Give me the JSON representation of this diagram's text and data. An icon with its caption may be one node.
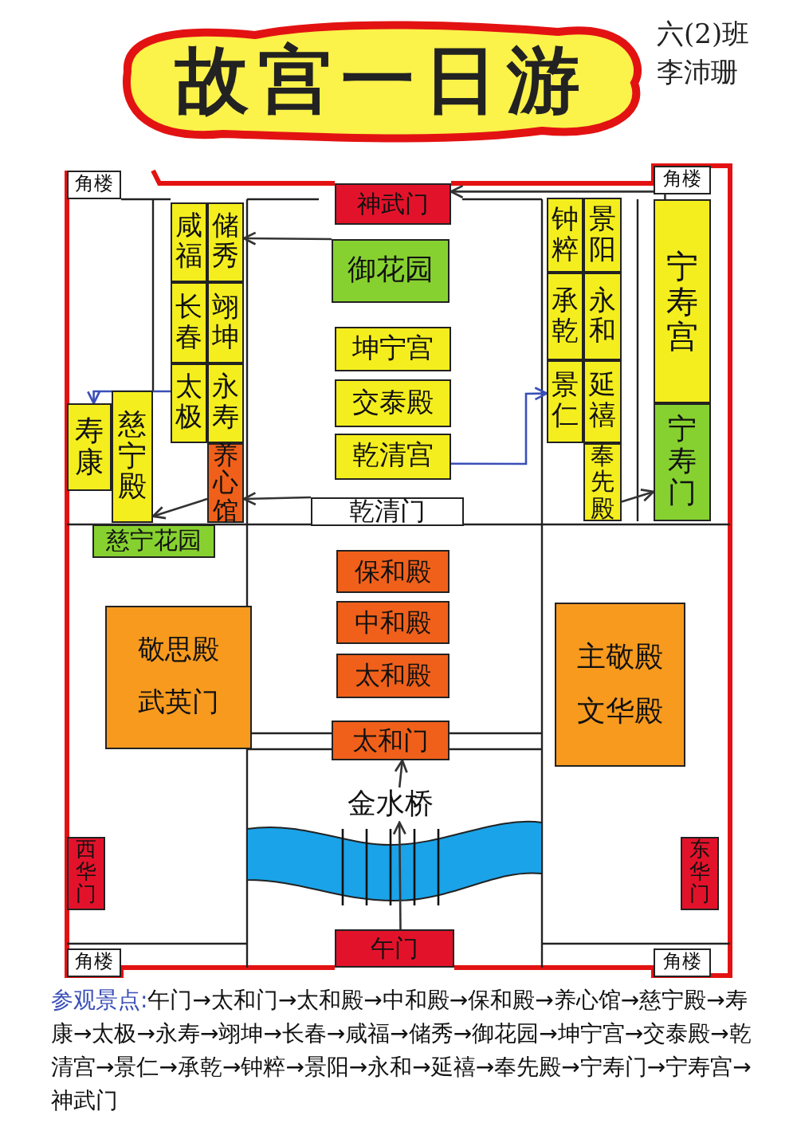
{
  "diagram": {
    "title": "故宫一日游",
    "nodes": [
      {
        "text": [
          "角楼"
        ]
      },
      {
        "text": [
          "神武门"
        ]
      },
      {
        "text": [
          "角楼"
        ]
      },
      {
        "text": [
          "咸福"
        ]
      },
      {
        "text": [
          "储秀"
        ]
      },
      {
        "text": [
          "御花园"
        ]
      },
      {
        "text": [
          "钟粹"
        ]
      },
      {
        "text": [
          "景阳"
        ]
      },
      {
        "text": [
          "宁寿宫"
        ]
      },
      {
        "text": [
          "长春"
        ]
      },
      {
        "text": [
          "翊坤"
        ]
      },
      {
        "text": [
          "坤宁宫"
        ]
      },
      {
        "text": [
          "承乾"
        ]
      },
      {
        "text": [
          "永和"
        ]
      },
      {
        "text": [
          "太极"
        ]
      },
      {
        "text": [
          "永寿"
        ]
      },
      {
        "text": [
          "交泰殿"
        ]
      },
      {
        "text": [
          "景仁"
        ]
      },
      {
        "text": [
          "延禧"
        ]
      },
      {
        "text": [
          "寿康"
        ]
      },
      {
        "text": [
          "慈宁殿"
        ]
      },
      {
        "text": [
          "养心馆"
        ]
      },
      {
        "text": [
          "乾清宫"
        ]
      },
      {
        "text": [
          "奉先殿"
        ]
      },
      {
        "text": [
          "宁寿门"
        ]
      },
      {
        "text": [
          "乾清门"
        ]
      },
      {
        "text": [
          "慈宁花园"
        ]
      },
      {
        "text": [
          "保和殿"
        ]
      },
      {
        "text": [
          "中和殿"
        ]
      },
      {
        "text": [
          "太和殿"
        ]
      },
      {
        "text": [
          "敬思殿",
          "武英门"
        ]
      },
      {
        "text": [
          "主敬殿",
          "文华殿"
        ]
      },
      {
        "text": [
          "太和门"
        ]
      },
      {
        "text": [
          "金水桥"
        ]
      },
      {
        "text": [
          "西华门"
        ]
      },
      {
        "text": [
          "东华门"
        ]
      },
      {
        "text": [
          "角楼"
        ]
      },
      {
        "text": [
          "午门"
        ]
      },
      {
        "text": [
          "角楼"
        ]
      }
    ],
    "edges": [
      {
        "from": 37,
        "to": 33,
        "arrow": "to"
      },
      {
        "from": 33,
        "to": 32,
        "arrow": "to"
      },
      {
        "from": 25,
        "to": 21,
        "arrow": "to"
      },
      {
        "from": 21,
        "to": 20,
        "arrow": "to"
      },
      {
        "from": 14,
        "to": 19,
        "arrow": "to",
        "color": "#3a4fb8"
      },
      {
        "from": 5,
        "to": 4,
        "arrow": "to"
      },
      {
        "from": 22,
        "to": 17,
        "arrow": "to",
        "color": "#3a4fb8"
      },
      {
        "from": 23,
        "to": 24,
        "arrow": "to"
      },
      {
        "from": 8,
        "to": 1,
        "arrow": "to"
      }
    ],
    "labels": [
      "六(2)班",
      "李沛珊",
      "参观景点:",
      "午门→太和门→太和殿→中和殿→保和殿→养心馆→慈宁殿→寿康→太极→永寿→翊坤→长春→咸福→储秀→御花园→坤宁宫→交泰殿→乾清宫→景仁→承乾→钟粹→景阳→永和→延禧→奉先殿→宁寿门→宁寿宫→神武门"
    ]
  }
}
